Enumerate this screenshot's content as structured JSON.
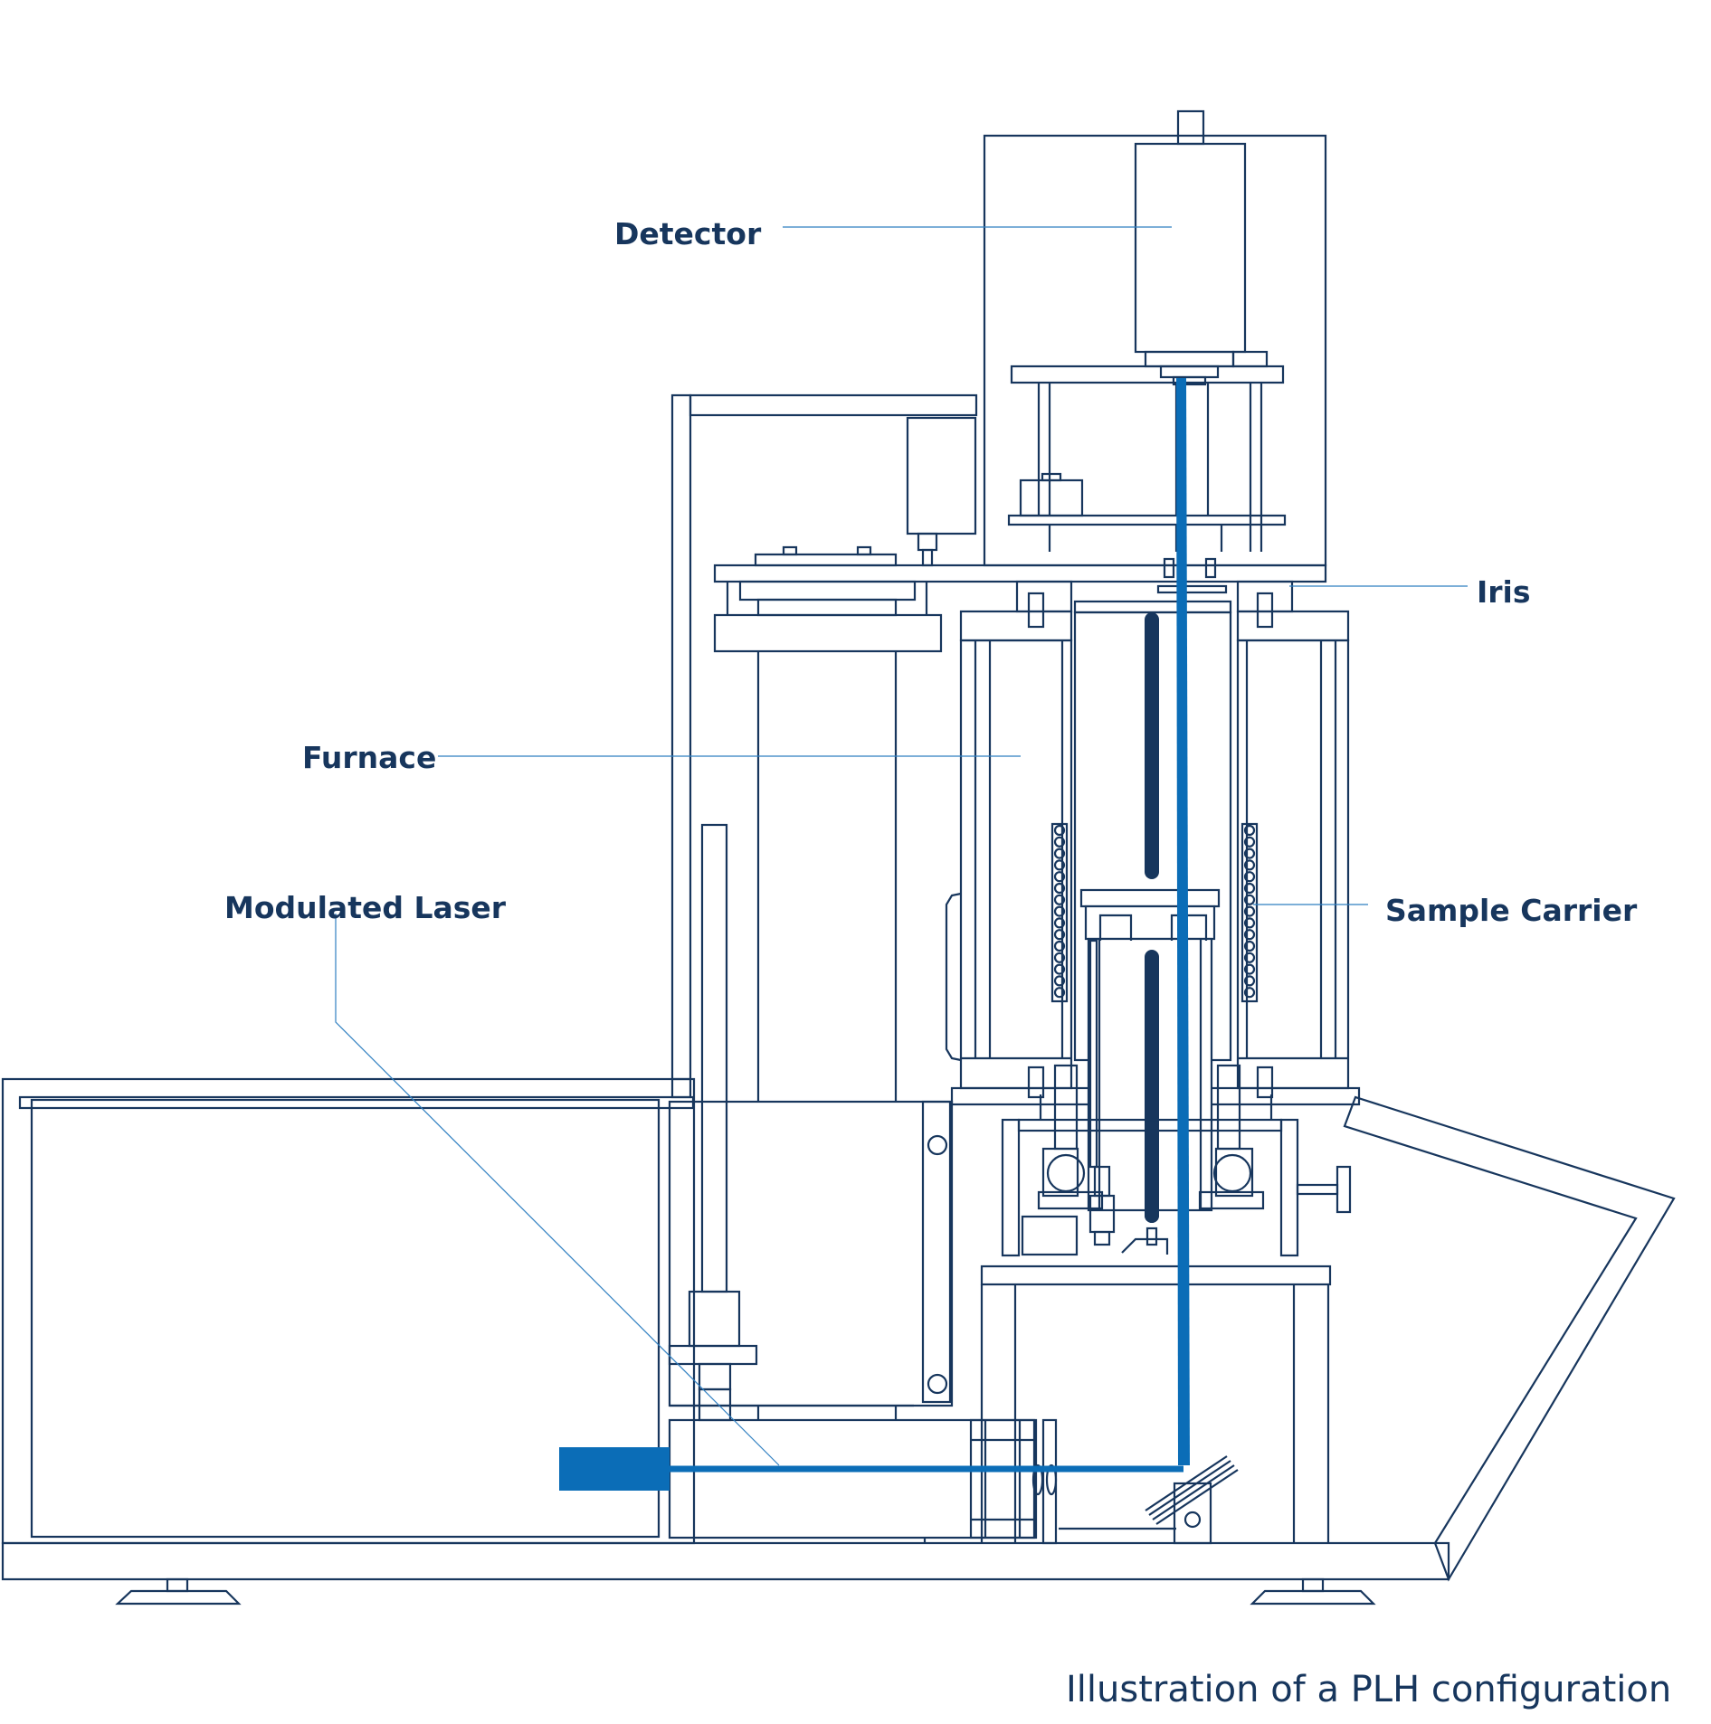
{
  "labels": {
    "detector": "Detector",
    "iris": "Iris",
    "furnace": "Furnace",
    "sample_carrier": "Sample Carrier",
    "modulated_laser": "Modulated Laser"
  },
  "caption": "Illustration of a PLH configuration",
  "colors": {
    "line": "#17365d",
    "beam": "#0b6db7",
    "leader": "#2f7fc1"
  }
}
